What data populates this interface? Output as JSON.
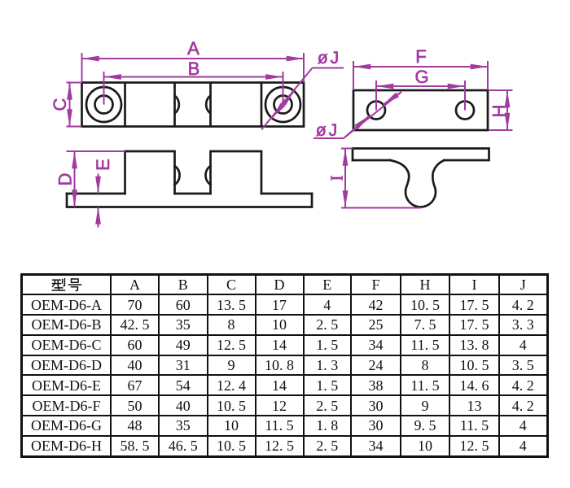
{
  "colors": {
    "dimension": "#A23AA0",
    "outline": "#1a1a1a",
    "table_line": "#111111",
    "background": "#ffffff"
  },
  "drawing": {
    "dim_labels": {
      "A": "A",
      "B": "B",
      "C": "C",
      "D": "D",
      "E": "E",
      "F": "F",
      "G": "G",
      "H": "H",
      "I": "I"
    },
    "diameter_label_top": "øJ",
    "diameter_label_bottom": "øJ"
  },
  "table": {
    "headers": [
      "型号",
      "A",
      "B",
      "C",
      "D",
      "E",
      "F",
      "H",
      "I",
      "J"
    ],
    "rows": [
      [
        "OEM-D6-A",
        "70",
        "60",
        "13. 5",
        "17",
        "4",
        "42",
        "10. 5",
        "17. 5",
        "4. 2"
      ],
      [
        "OEM-D6-B",
        "42. 5",
        "35",
        "8",
        "10",
        "2. 5",
        "25",
        "7. 5",
        "17. 5",
        "3. 3"
      ],
      [
        "OEM-D6-C",
        "60",
        "49",
        "12. 5",
        "14",
        "1. 5",
        "34",
        "11. 5",
        "13. 8",
        "4"
      ],
      [
        "OEM-D6-D",
        "40",
        "31",
        "9",
        "10. 8",
        "1. 3",
        "24",
        "8",
        "10. 5",
        "3. 5"
      ],
      [
        "OEM-D6-E",
        "67",
        "54",
        "12. 4",
        "14",
        "1. 5",
        "38",
        "11. 5",
        "14. 6",
        "4. 2"
      ],
      [
        "OEM-D6-F",
        "50",
        "40",
        "10. 5",
        "12",
        "2. 5",
        "30",
        "9",
        "13",
        "4. 2"
      ],
      [
        "OEM-D6-G",
        "48",
        "35",
        "10",
        "11. 5",
        "1. 8",
        "30",
        "9. 5",
        "11. 5",
        "4"
      ],
      [
        "OEM-D6-H",
        "58. 5",
        "46. 5",
        "10. 5",
        "12. 5",
        "2. 5",
        "34",
        "10",
        "12. 5",
        "4"
      ]
    ]
  }
}
